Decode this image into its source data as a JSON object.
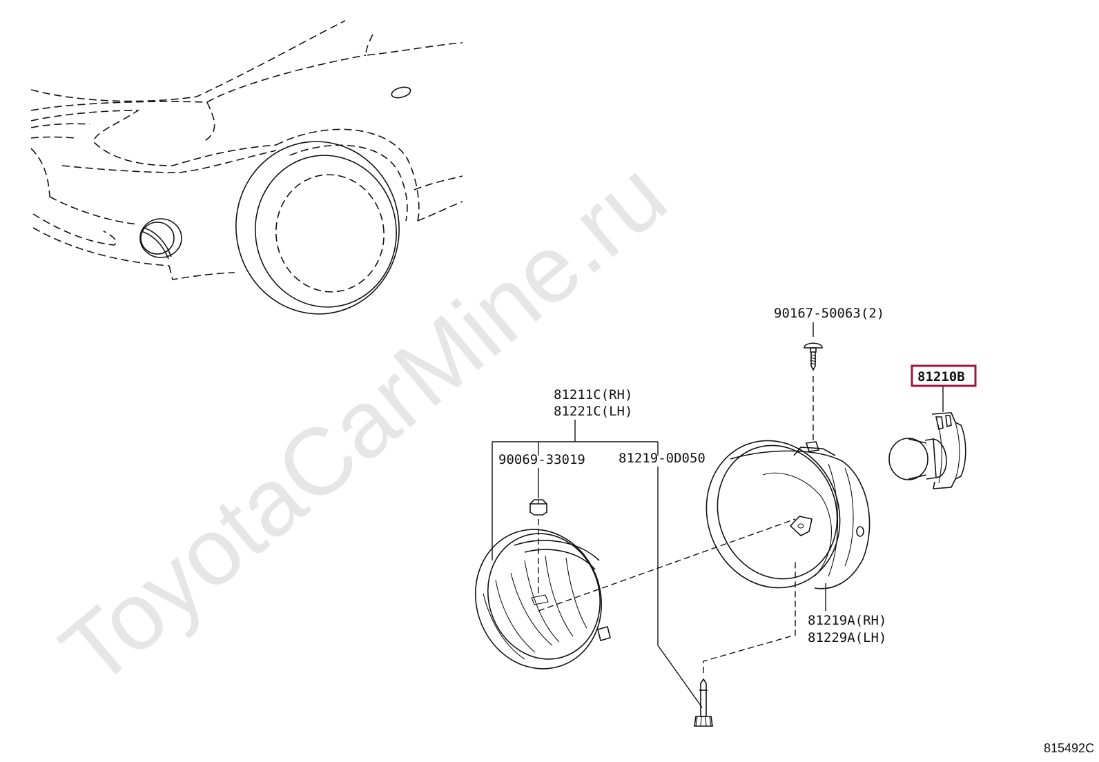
{
  "diagram": {
    "watermark": "ToyotaCarMine.ru",
    "figure_code": "815492C",
    "highlight_color": "#a0143c",
    "labels": {
      "screw_90167": "90167-50063(2)",
      "part_81210B": "81210B",
      "cover_rh": "81211C(RH)",
      "cover_lh": "81221C(LH)",
      "nut_90069": "90069-33019",
      "bolt_81219": "81219-0D050",
      "housing_rh": "81219A(RH)",
      "housing_lh": "81229A(LH)"
    }
  }
}
